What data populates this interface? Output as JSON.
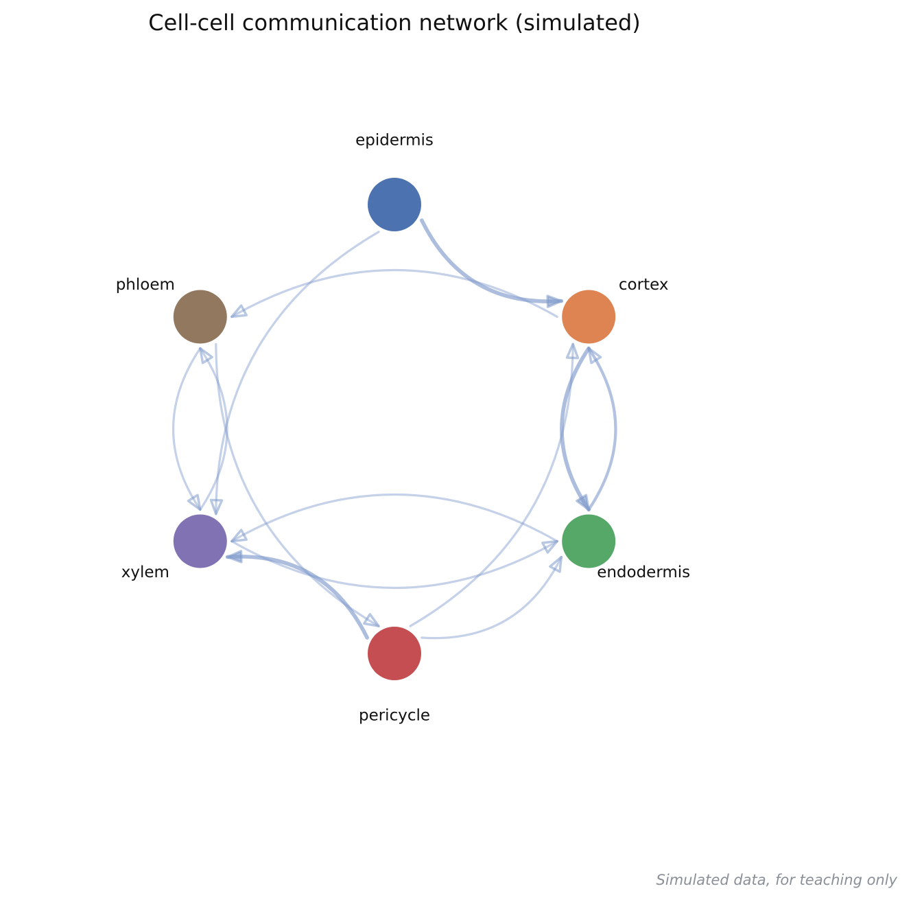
{
  "title": "Cell-cell communication network (simulated)",
  "footnote": "Simulated data, for teaching only",
  "edge_color": "#7f9acb",
  "nodes": [
    {
      "id": "epidermis",
      "label": "epidermis",
      "color": "#4c72b0"
    },
    {
      "id": "cortex",
      "label": "cortex",
      "color": "#dd8452"
    },
    {
      "id": "endodermis",
      "label": "endodermis",
      "color": "#55a868"
    },
    {
      "id": "pericycle",
      "label": "pericycle",
      "color": "#c44e52"
    },
    {
      "id": "xylem",
      "label": "xylem",
      "color": "#8172b3"
    },
    {
      "id": "phloem",
      "label": "phloem",
      "color": "#937860"
    }
  ],
  "edges": [
    {
      "source": "epidermis",
      "target": "cortex",
      "weight": "strong"
    },
    {
      "source": "epidermis",
      "target": "xylem",
      "weight": "weak"
    },
    {
      "source": "cortex",
      "target": "phloem",
      "weight": "weak"
    },
    {
      "source": "cortex",
      "target": "endodermis",
      "weight": "strong"
    },
    {
      "source": "endodermis",
      "target": "cortex",
      "weight": "medium"
    },
    {
      "source": "endodermis",
      "target": "xylem",
      "weight": "weak"
    },
    {
      "source": "pericycle",
      "target": "cortex",
      "weight": "weak"
    },
    {
      "source": "pericycle",
      "target": "endodermis",
      "weight": "weak"
    },
    {
      "source": "pericycle",
      "target": "xylem",
      "weight": "strong"
    },
    {
      "source": "xylem",
      "target": "endodermis",
      "weight": "weak"
    },
    {
      "source": "xylem",
      "target": "phloem",
      "weight": "weak"
    },
    {
      "source": "phloem",
      "target": "xylem",
      "weight": "weak"
    },
    {
      "source": "phloem",
      "target": "pericycle",
      "weight": "weak"
    }
  ]
}
